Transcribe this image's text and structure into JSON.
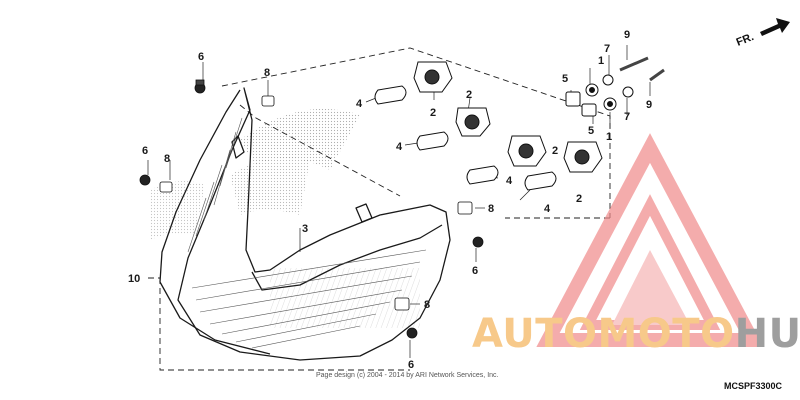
{
  "diagram": {
    "direction_label": "FR.",
    "diagram_code": "MCSPF3300C",
    "copyright": "Page design (c) 2004 - 2014 by ARI Network Services, Inc.",
    "callouts": [
      "1",
      "1",
      "2",
      "2",
      "2",
      "2",
      "3",
      "4",
      "4",
      "4",
      "4",
      "5",
      "5",
      "6",
      "6",
      "6",
      "6",
      "7",
      "7",
      "8",
      "8",
      "8",
      "8",
      "9",
      "9",
      "10"
    ]
  },
  "watermark": {
    "part_a": "AUTOMOTO",
    "part_b": "HUB",
    "color_a": "#f7c98a",
    "color_b": "#9e9e9e",
    "logo_color": "#f08a8a"
  }
}
